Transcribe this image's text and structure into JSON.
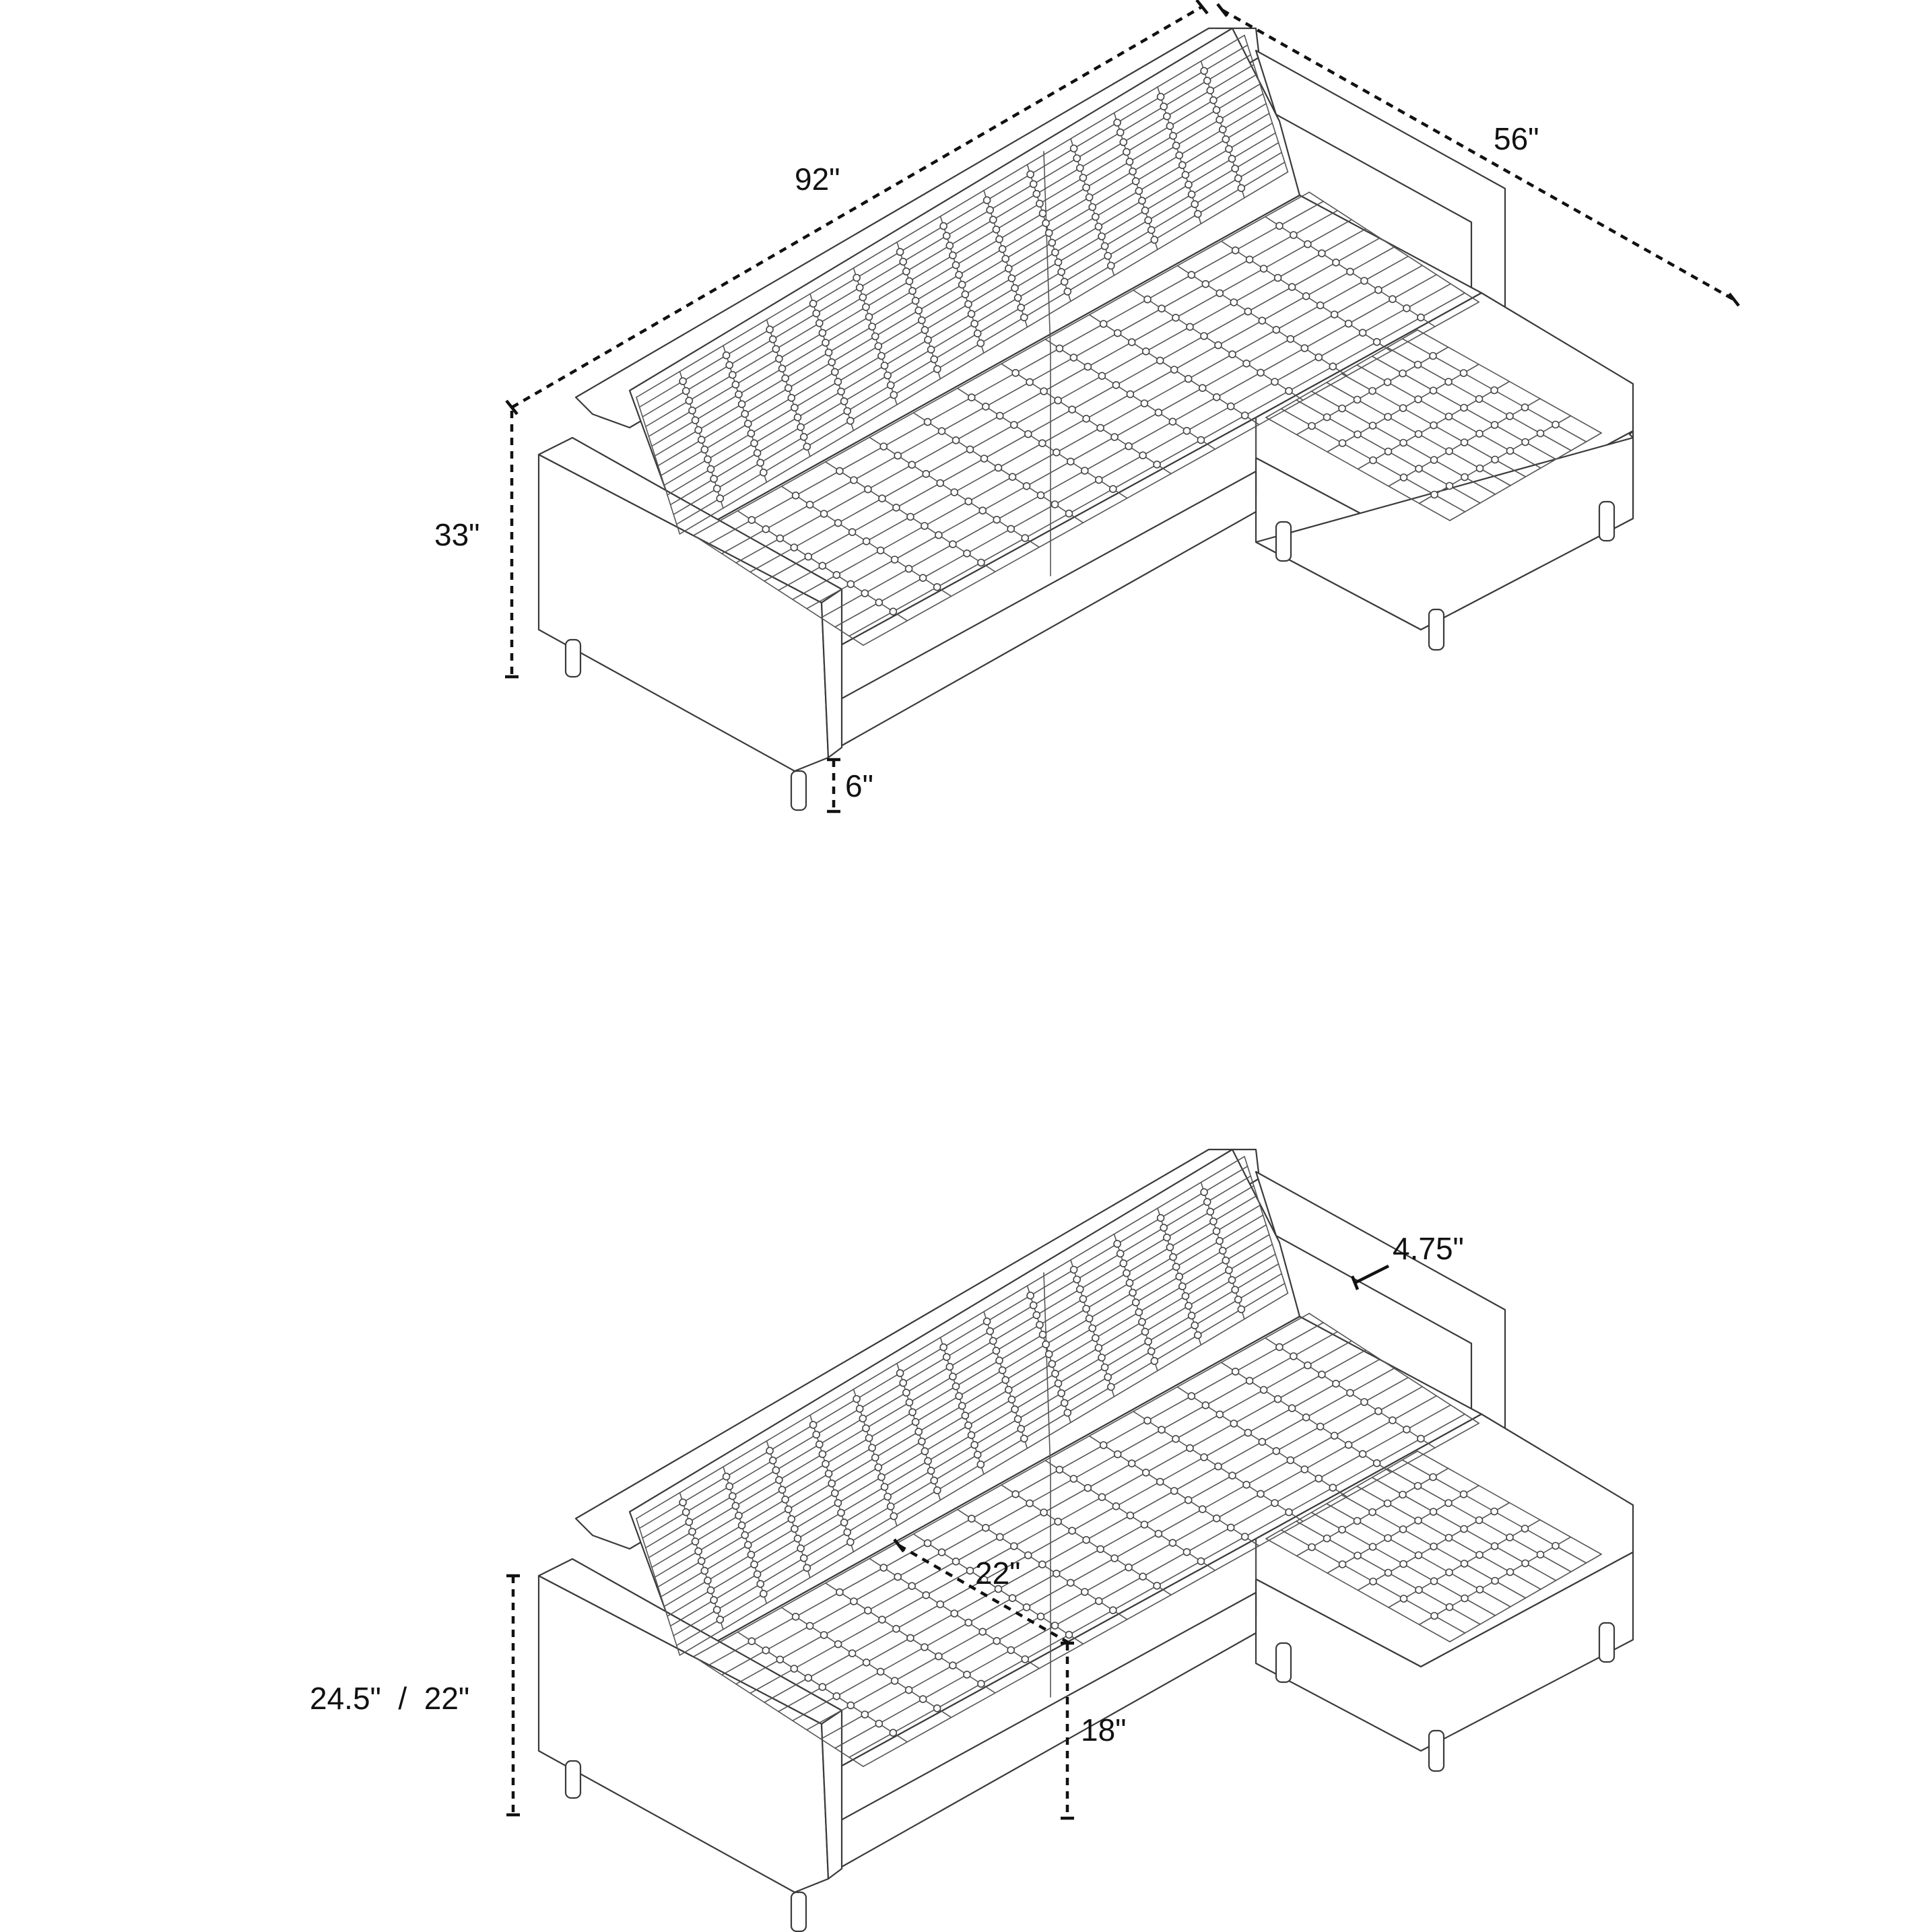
{
  "figure": {
    "top_view": {
      "labels": {
        "length": "92\"",
        "depth": "56\"",
        "height": "33\"",
        "leg_height": "6\""
      }
    },
    "bottom_view": {
      "labels": {
        "arm_width": "4.75\"",
        "seat_depth": "22\"",
        "seat_height": "18\"",
        "back_height": "24.5\"  /  22\""
      }
    }
  }
}
